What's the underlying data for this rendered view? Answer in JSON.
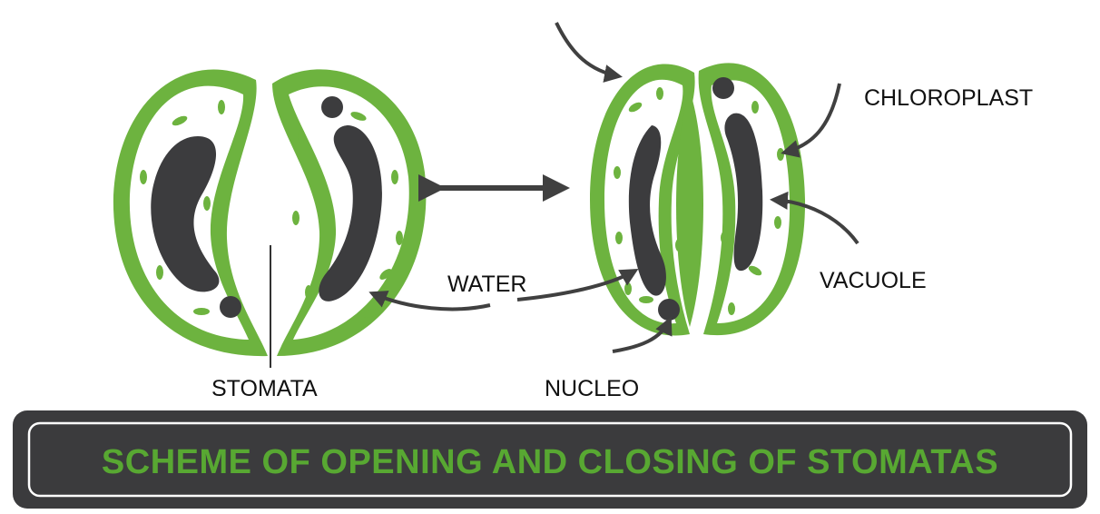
{
  "labels": {
    "chloroplast": "CHLOROPLAST",
    "vacuole": "VACUOLE",
    "water": "WATER",
    "stomata": "STOMATA",
    "nucleo": "NUCLEO"
  },
  "banner": {
    "title": "SCHEME OF OPENING AND CLOSING OF STOMATAS"
  },
  "colors": {
    "cell_green": "#6db33f",
    "organelle_dark": "#3c3c3e",
    "banner_bg": "#3b3b3d",
    "banner_text": "#58a832",
    "arrow": "#404040"
  }
}
